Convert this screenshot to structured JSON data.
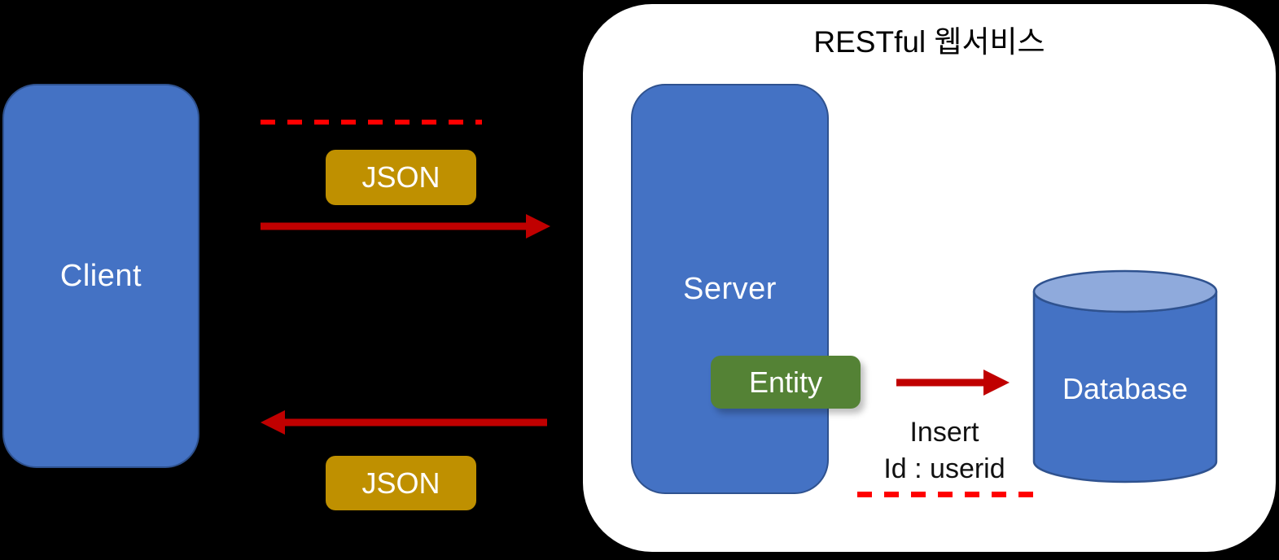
{
  "colors": {
    "background": "#000000",
    "panel": "#FFFFFF",
    "box_blue": "#4472C4",
    "box_blue_border": "#2F528F",
    "cylinder_top": "#8FAADC",
    "badge_gold": "#BF9000",
    "badge_green": "#548235",
    "arrow_red": "#C00000",
    "dashed_red": "#FF0000",
    "title_text": "#000000",
    "label_text": "#FFFFFF"
  },
  "client": {
    "label": "Client"
  },
  "panel": {
    "title": "RESTful 웹서비스"
  },
  "server": {
    "label": "Server"
  },
  "entity": {
    "label": "Entity"
  },
  "database": {
    "label": "Database"
  },
  "request": {
    "json_label": "JSON"
  },
  "response": {
    "json_label": "JSON"
  },
  "insert": {
    "line1": "Insert",
    "line2": "Id : userid"
  }
}
